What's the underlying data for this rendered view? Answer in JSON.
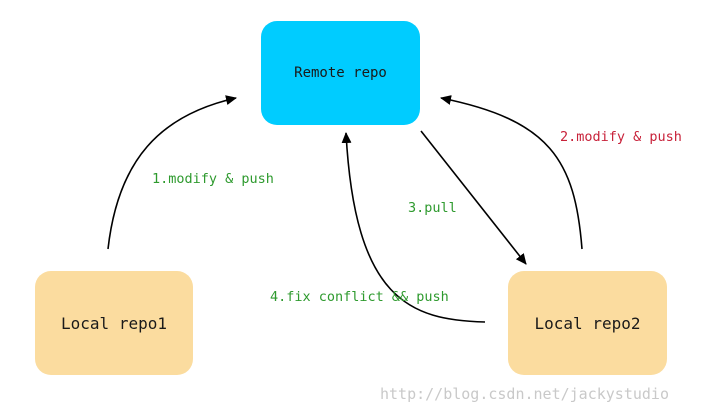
{
  "nodes": {
    "remote": {
      "label": "Remote repo"
    },
    "local1": {
      "label": "Local repo1"
    },
    "local2": {
      "label": "Local repo2"
    }
  },
  "edges": {
    "e1": {
      "label": "1.modify & push",
      "color": "#2e9a2e"
    },
    "e2": {
      "label": "2.modify & push",
      "color": "#c8223a"
    },
    "e3": {
      "label": "3.pull",
      "color": "#2e9a2e"
    },
    "e4": {
      "label": "4.fix conflict && push",
      "color": "#2e9a2e"
    }
  },
  "colors": {
    "remote_fill": "#00ccff",
    "local_fill": "#fbdc9f",
    "arrow": "#000000"
  },
  "watermark": "http://blog.csdn.net/jackystudio"
}
